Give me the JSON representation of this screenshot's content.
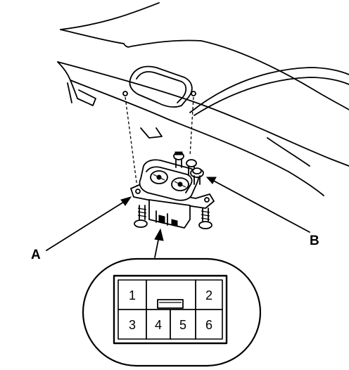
{
  "callouts": {
    "a": "A",
    "b": "B"
  },
  "connector": {
    "pins": [
      "1",
      "2",
      "3",
      "4",
      "5",
      "6"
    ]
  }
}
